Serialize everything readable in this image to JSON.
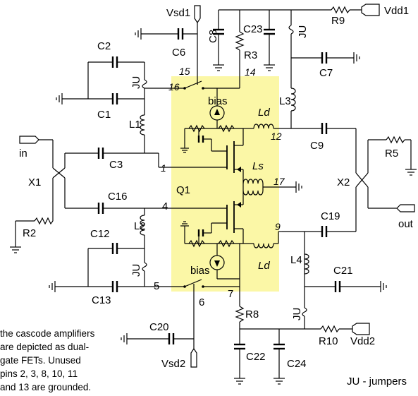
{
  "components": {
    "vsd1": "Vsd1",
    "vdd1": "Vdd1",
    "vdd2": "Vdd2",
    "vsd2": "Vsd2",
    "c8": "C8",
    "c23": "C23",
    "r9": "R9",
    "ju_top": "JU",
    "c2": "C2",
    "c6": "C6",
    "r3": "R3",
    "c7": "C7",
    "ju_left": "JU",
    "c1": "C1",
    "bias1": "bias",
    "l3": "L3",
    "l1": "L1",
    "ld1": "Ld",
    "c9": "C9",
    "in": "in",
    "r5": "R5",
    "c3": "C3",
    "ls": "Ls",
    "x1": "X1",
    "x2": "X2",
    "q1": "Q1",
    "c16": "C16",
    "r2": "R2",
    "c19": "C19",
    "out": "out",
    "l2": "L2",
    "c12": "C12",
    "ld2": "Ld",
    "l4": "L4",
    "ju_low": "JU",
    "c21": "C21",
    "bias2": "bias",
    "c13": "C13",
    "r8": "R8",
    "ju_bottom": "JU",
    "c20": "C20",
    "r10": "R10",
    "c22": "C22",
    "c24": "C24"
  },
  "pins": {
    "p15": "15",
    "p16": "16",
    "p14": "14",
    "p12": "12",
    "p1": "1",
    "p17": "17",
    "p4": "4",
    "p9": "9",
    "p5": "5",
    "p6": "6",
    "p7": "7"
  },
  "notes": {
    "cascode_note": [
      "the cascode amplifiers",
      "are depicted as dual-",
      "gate FETs. Unused",
      "pins 2, 3, 8, 10, 11",
      "and 13 are grounded."
    ],
    "legend": "JU - jumpers"
  },
  "colors": {
    "highlight": "#fbf7a6",
    "wire": "#000000"
  }
}
